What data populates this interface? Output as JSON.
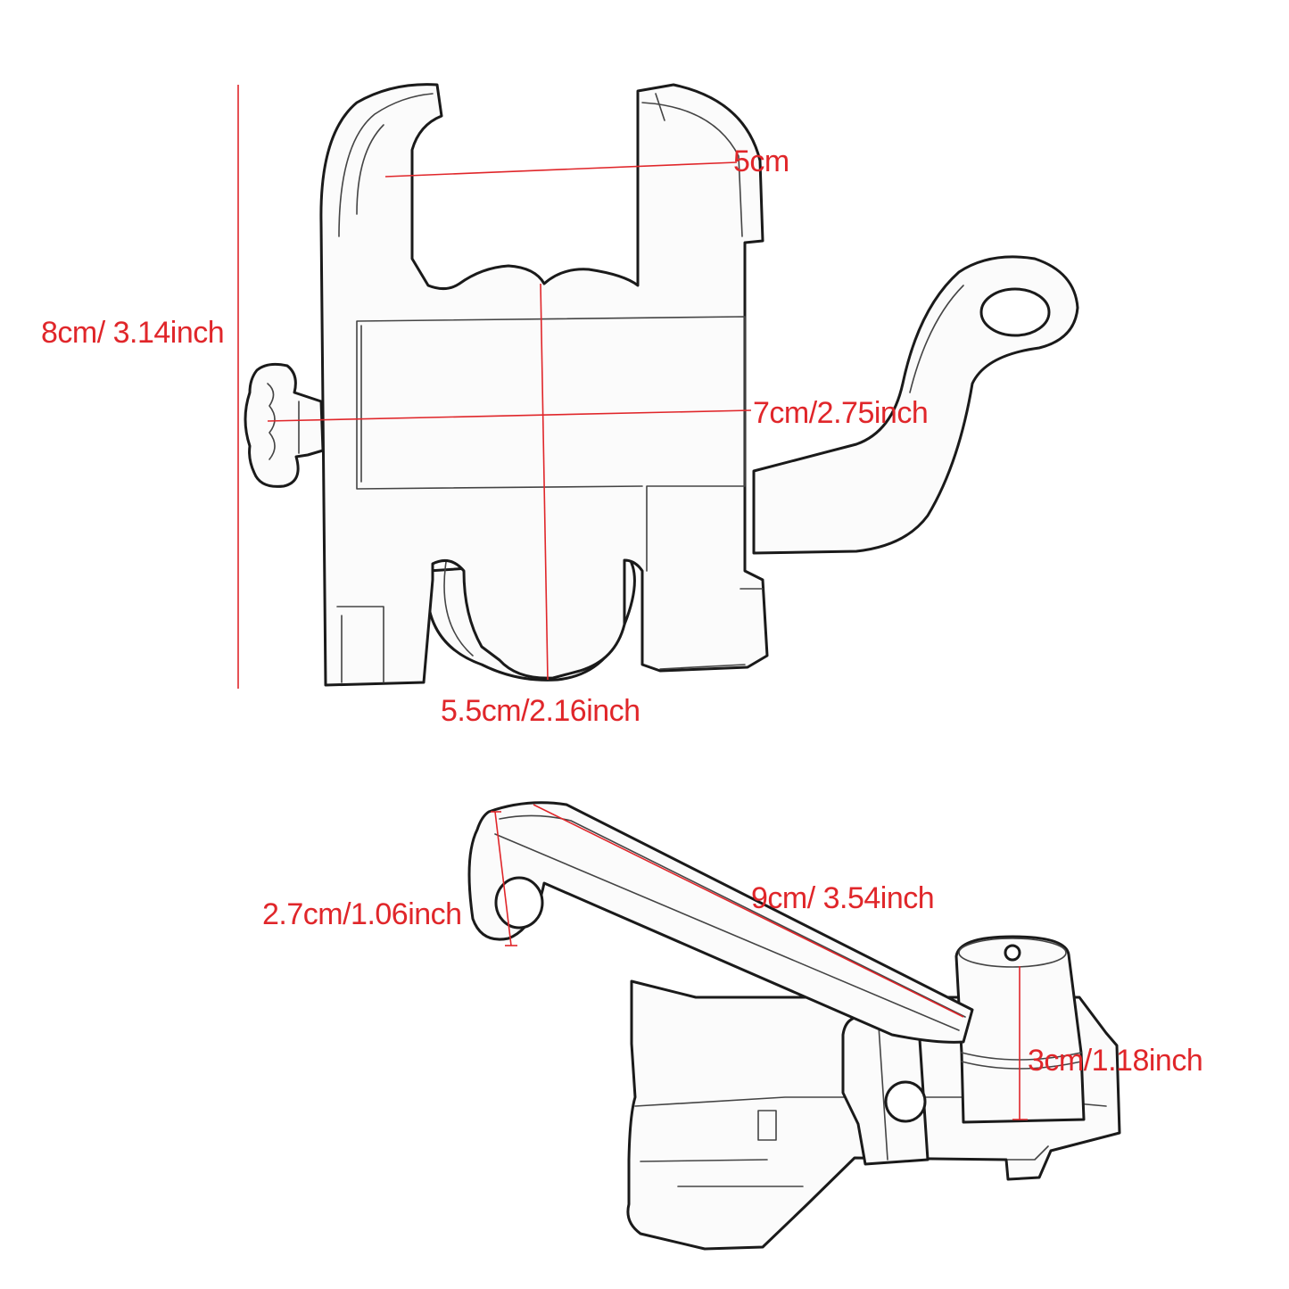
{
  "colors": {
    "dimension": "#e0262a",
    "outline": "#1a1a1a",
    "background": "#ffffff"
  },
  "top_view": {
    "height_label": "8cm/ 3.14inch",
    "grip_width_label": "5cm",
    "clamp_width_label": "7cm/2.75inch",
    "body_width_label": "5.5cm/2.16inch"
  },
  "side_view": {
    "arm_height_label": "2.7cm/1.06inch",
    "arm_length_label": "9cm/ 3.54inch",
    "post_height_label": "3cm/1.18inch"
  }
}
